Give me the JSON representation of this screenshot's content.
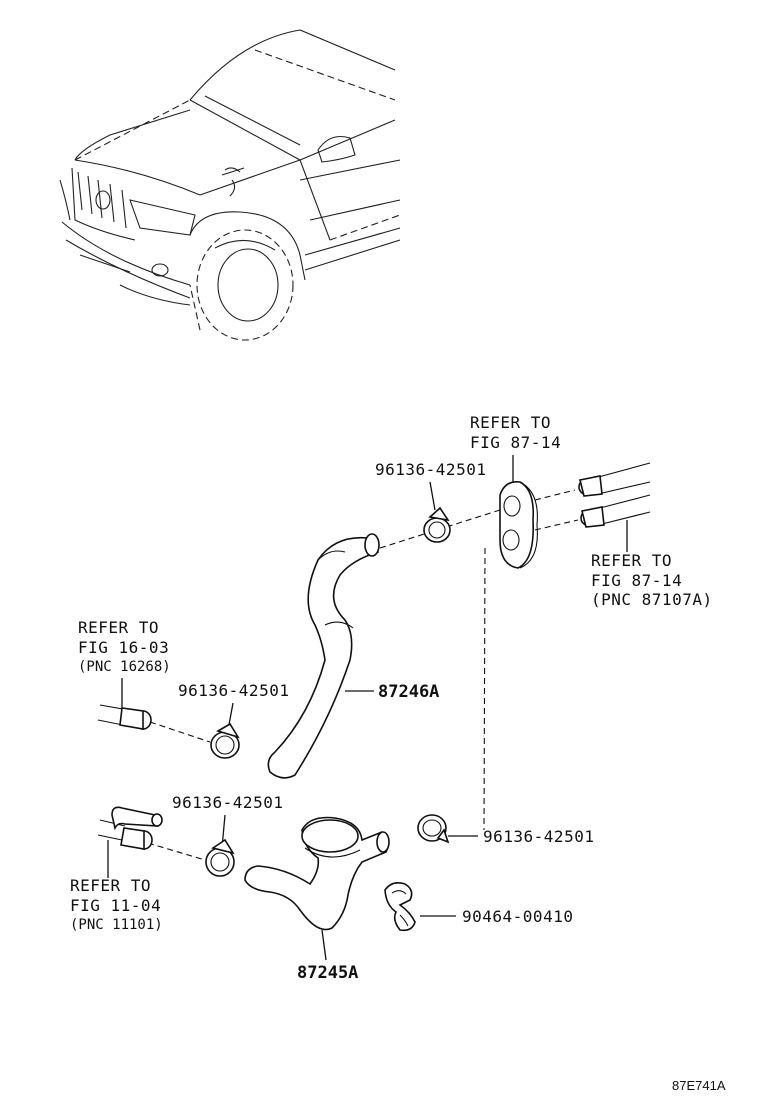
{
  "labels": {
    "refer_top_a": "REFER TO",
    "refer_top_b": "FIG 87-14",
    "refer_right_a": "REFER TO",
    "refer_right_b": "FIG 87-14",
    "refer_right_c": "(PNC 87107A)",
    "refer_left_a": "REFER TO",
    "refer_left_b": "FIG 16-03",
    "refer_left_c": "(PNC 16268)",
    "refer_bottom_a": "REFER TO",
    "refer_bottom_b": "FIG 11-04",
    "refer_bottom_c": "(PNC 11101)"
  },
  "parts": {
    "clamp_top": "96136-42501",
    "clamp_left_upper": "96136-42501",
    "clamp_left_lower": "96136-42501",
    "clamp_right_lower": "96136-42501",
    "hose_upper": "87246A",
    "hose_lower": "87245A",
    "clip": "90464-00410"
  },
  "illustration_code": "87E741A",
  "colors": {
    "line": "#111111",
    "background": "#ffffff"
  }
}
